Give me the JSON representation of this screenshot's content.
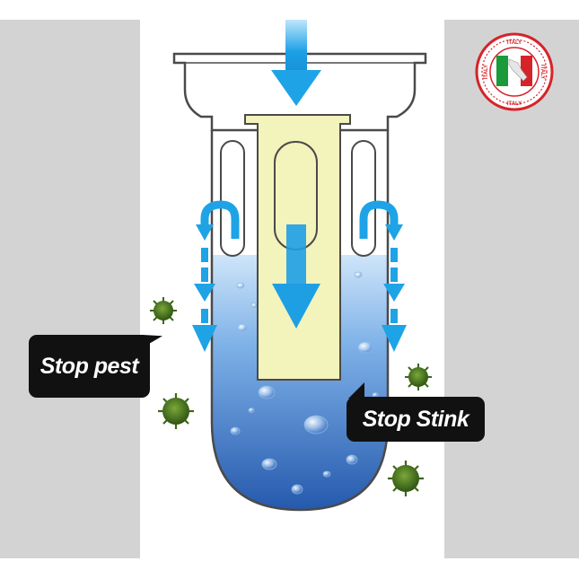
{
  "labels": {
    "stop_pest": "Stop pest",
    "stop_stink": "Stop Stink"
  },
  "badge": {
    "ring_text": "ITALY",
    "flag_colors": [
      "#1a9a3a",
      "#ffffff",
      "#d6232a"
    ]
  },
  "colors": {
    "side_panel": "#d2d2d2",
    "water_top": "#bfdcf7",
    "water_bottom": "#2a66b8",
    "core": "#f2f2b8",
    "arrow": "#1ea3e6",
    "germ": "#4f7a1e",
    "outline": "#4a4a4a"
  },
  "icons": [
    "down-arrow-icon",
    "u-turn-arrow-icon",
    "germ-icon",
    "italy-badge-icon"
  ]
}
